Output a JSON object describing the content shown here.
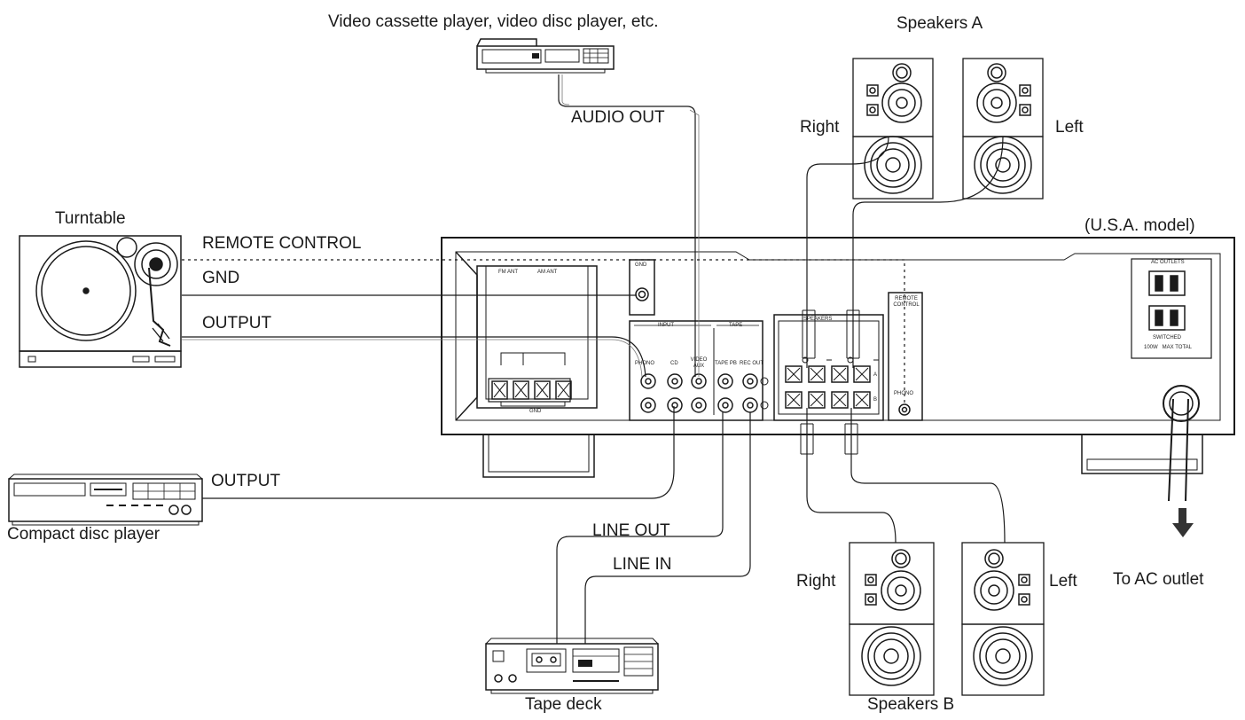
{
  "labels": {
    "video_player": "Video cassette player, video disc player, etc.",
    "speakers_a": "Speakers A",
    "speakers_b": "Speakers B",
    "right_a": "Right",
    "left_a": "Left",
    "right_b": "Right",
    "left_b": "Left",
    "audio_out": "AUDIO OUT",
    "turntable": "Turntable",
    "remote_control": "REMOTE CONTROL",
    "gnd": "GND",
    "output_turntable": "OUTPUT",
    "usa_model": "(U.S.A. model)",
    "output_cd": "OUTPUT",
    "compact_disc_player": "Compact disc player",
    "line_out": "LINE OUT",
    "line_in": "LINE IN",
    "tape_deck": "Tape deck",
    "to_ac_outlet": "To AC outlet"
  },
  "panel_labels": {
    "fm_ant": "FM ANT",
    "am_ant": "AM ANT",
    "gnd_terminal": "GND",
    "gnd_panel": "GND",
    "input": "INPUT",
    "tape": "TAPE",
    "phono": "PHONO",
    "cd": "CD",
    "video_aux": "VIDEO AUX",
    "tape_pb": "TAPE PB",
    "rec_out": "REC OUT",
    "speakers": "SPEAKERS",
    "remote_control_panel": "REMOTE CONTROL",
    "phono_remote": "PHONO",
    "speaker_a_row": "A",
    "speaker_b_row": "B",
    "ac_outlets": "AC OUTLETS",
    "switched": "SWITCHED",
    "power_rating": "100W   MAX TOTAL"
  }
}
